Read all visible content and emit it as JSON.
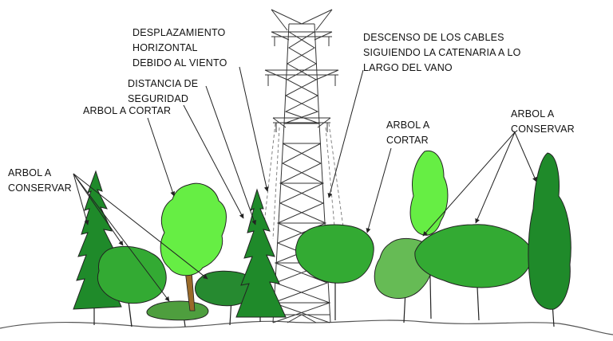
{
  "labels": {
    "horizontal_displacement": [
      "DESPLAZAMIENTO",
      "HORIZONTAL",
      "DEBIDO AL VIENTO"
    ],
    "safety_distance": [
      "DISTANCIA DE",
      "SEGURIDAD"
    ],
    "tree_cut_left": [
      "ARBOL A CORTAR"
    ],
    "tree_keep_left": [
      "ARBOL A",
      "CONSERVAR"
    ],
    "cable_sag": [
      "DESCENSO DE LOS CABLES",
      "SIGUIENDO LA CATENARIA A LO",
      "LARGO DEL VANO"
    ],
    "tree_cut_right": [
      "ARBOL A",
      "CORTAR"
    ],
    "tree_keep_right": [
      "ARBOL A",
      "CONSERVAR"
    ]
  },
  "colors": {
    "tree_bright_green": "#66ee44",
    "tree_medium_green": "#33aa33",
    "tree_dark_green": "#1f8a2a",
    "tree_pale_green": "#66bb55",
    "tree_olive_green": "#4e9e3e",
    "outline": "#222222",
    "trunk_cut_tree": "#9a6a2a"
  }
}
